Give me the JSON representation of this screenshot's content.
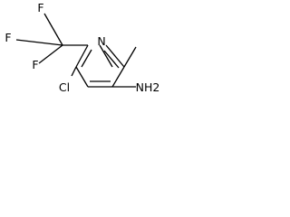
{
  "molecule": {
    "atoms": {
      "ring_n": "N",
      "f_top": "F",
      "f_left": "F",
      "f_bottom": "F",
      "cl": "Cl",
      "nh2": "NH2"
    }
  }
}
